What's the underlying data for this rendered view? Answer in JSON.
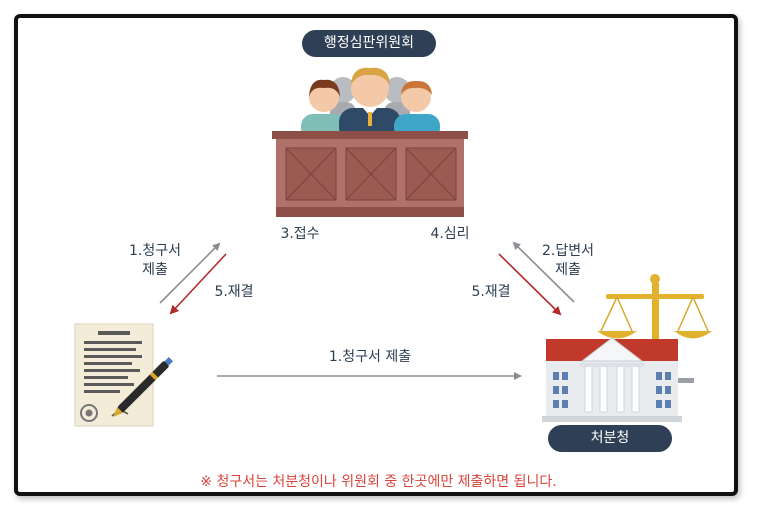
{
  "committee": {
    "title": "행정심판위원회"
  },
  "agency": {
    "title": "처분청"
  },
  "steps": {
    "step1_left_line1": "1.청구서",
    "step1_left_line2": "제출",
    "step5_left": "5.재결",
    "step3": "3.접수",
    "step4": "4.심리",
    "step2_right_line1": "2.답변서",
    "step2_right_line2": "제출",
    "step5_right": "5.재결",
    "step1_bottom": "1.청구서 제출"
  },
  "note": "※ 청구서는 처분청이나 위원회 중 한곳에만 제출하면 됩니다.",
  "colors": {
    "pill": "#2e3f56",
    "arrow_gray": "#8a8f95",
    "arrow_red": "#b32b2b",
    "note": "#d9443a",
    "bench": "#b0716a",
    "building_roof": "#c0392b",
    "scale_gold": "#e0b22e"
  },
  "icons": [
    "judges-icon",
    "bench-icon",
    "document-pen-icon",
    "courthouse-icon",
    "scales-icon"
  ]
}
